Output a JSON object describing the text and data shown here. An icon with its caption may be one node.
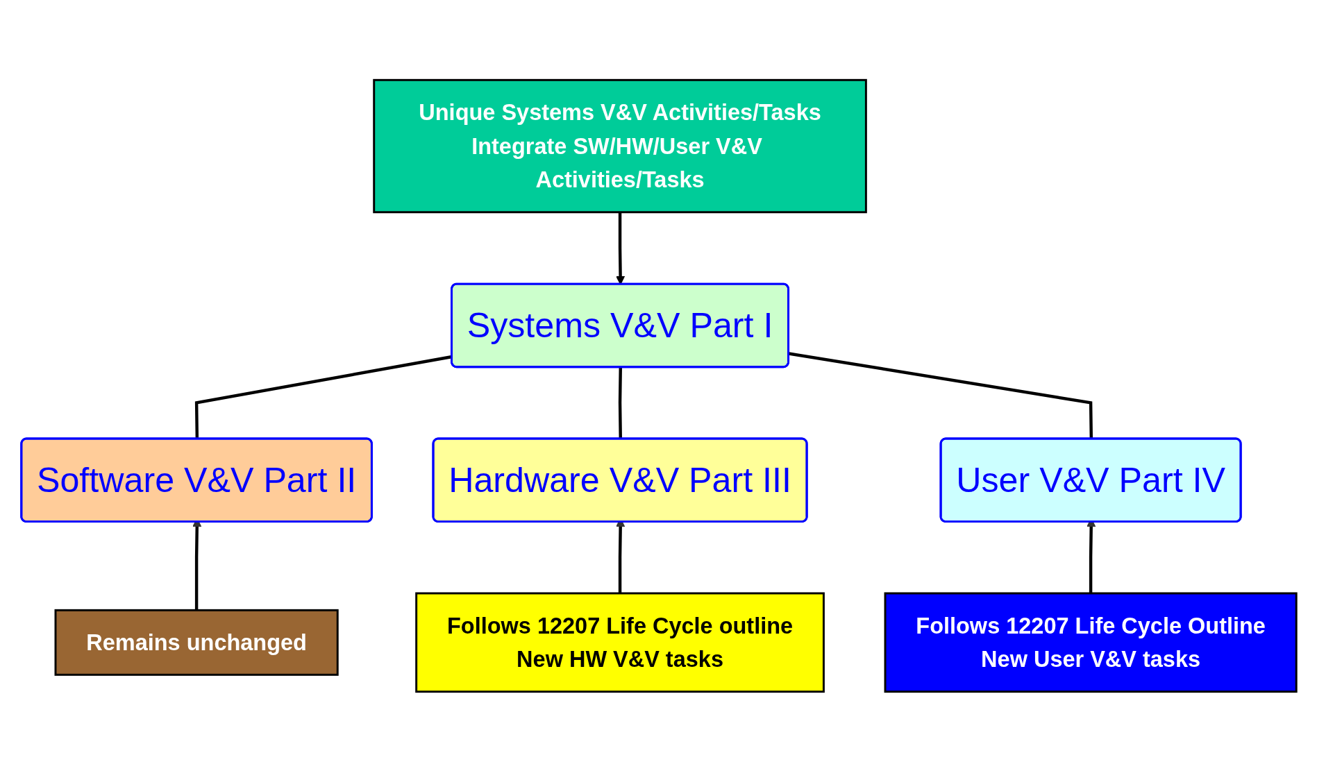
{
  "diagram": {
    "nodes": [
      {
        "text": [
          "Systems V&V Part I"
        ]
      },
      {
        "text": [
          "Unique Systems V&V Activities/Tasks",
          "Integrate SW/HW/User V&V Activities/Tasks"
        ]
      },
      {
        "text": [
          "Software V&V Part II"
        ]
      },
      {
        "text": [
          "Hardware V&V Part III"
        ]
      },
      {
        "text": [
          "User V&V Part IV"
        ]
      },
      {
        "text": [
          "Remains unchanged"
        ]
      },
      {
        "text": [
          "Follows 12207 Life Cycle outline",
          "New HW V&V tasks"
        ]
      },
      {
        "text": [
          "Follows 12207 Life Cycle Outline",
          "New User V&V tasks"
        ]
      }
    ],
    "edges": [
      {
        "from": 0,
        "to": 2,
        "arrow": "none"
      },
      {
        "from": 0,
        "to": 3,
        "arrow": "none"
      },
      {
        "from": 0,
        "to": 4,
        "arrow": "none"
      },
      {
        "from": 1,
        "to": 0,
        "arrow": "to"
      },
      {
        "from": 5,
        "to": 2,
        "arrow": "to"
      },
      {
        "from": 6,
        "to": 3,
        "arrow": "to"
      },
      {
        "from": 7,
        "to": 4,
        "arrow": "to"
      }
    ]
  }
}
